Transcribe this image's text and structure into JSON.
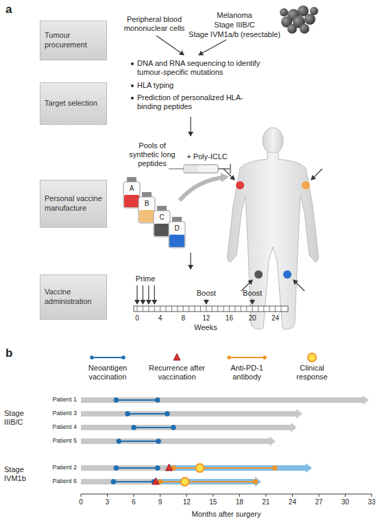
{
  "diagram": {
    "nodes": [
      {
        "text": [
          "Tumour procurement"
        ]
      },
      {
        "text": [
          "Target selection"
        ]
      },
      {
        "text": [
          "Personal vaccine manufacture"
        ]
      },
      {
        "text": [
          "Vaccine administration"
        ]
      },
      {
        "text": [
          "A"
        ]
      },
      {
        "text": [
          "B"
        ]
      },
      {
        "text": [
          "C"
        ]
      },
      {
        "text": [
          "D"
        ]
      }
    ],
    "labels": [
      "a",
      "Peripheral blood mononuclear cells",
      "Melanoma",
      "Stage IIIB/C",
      "Stage IVM1a/b (resectable)",
      "DNA and RNA sequencing to identify tumour-specific mutations",
      "HLA typing",
      "Prediction of personalized HLA-binding peptides",
      "Pools of synthetic long peptides",
      "+ Poly-ICLC",
      "Prime",
      "Boost",
      "Boost",
      "0",
      "4",
      "8",
      "12",
      "16",
      "20",
      "24",
      "Weeks",
      "b",
      "Stage IIIB/C",
      "Patient 1",
      "Patient 3",
      "Patient 4",
      "Patient 5",
      "Stage IVM1b",
      "Patient 2",
      "Patient 6",
      "0",
      "3",
      "6",
      "9",
      "12",
      "15",
      "18",
      "21",
      "24",
      "27",
      "30",
      "33",
      "Months after surgery"
    ],
    "legend": [
      {
        "text": "Neoantigen vaccination"
      },
      {
        "text": "Recurrence after vaccination"
      },
      {
        "text": "Anti-PD-1 antibody"
      },
      {
        "text": "Clinical response"
      }
    ]
  }
}
